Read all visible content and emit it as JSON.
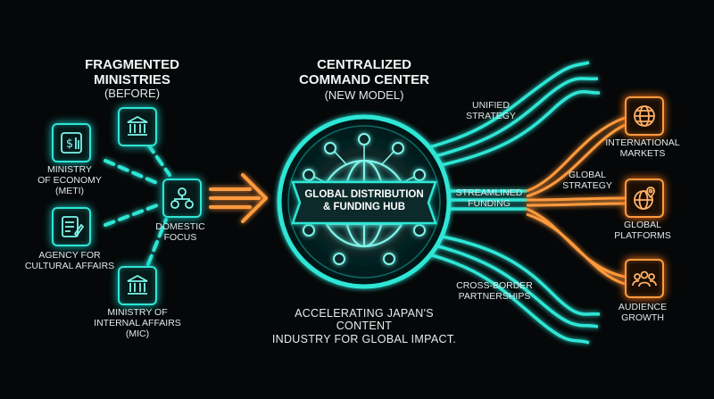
{
  "left": {
    "heading": "FRAGMENTED\nMINISTRIES",
    "subheading": "(BEFORE)",
    "ministries": [
      {
        "label": "MINISTRY\nOF ECONOMY\n(METI)",
        "icon": "money-document-icon"
      },
      {
        "label": "AGENCY FOR\nCULTURAL AFFAIRS",
        "icon": "document-pen-icon"
      },
      {
        "label": "MINISTRY OF\nINTERNAL AFFAIRS\n(MIC)",
        "icon": "government-building-icon"
      }
    ],
    "top_icon": "government-building-icon",
    "domestic_label": "DOMESTIC\nFOCUS",
    "domestic_icon": "org-chart-icon"
  },
  "center": {
    "heading": "CENTRALIZED\nCOMMAND CENTER",
    "subheading": "(NEW MODEL)",
    "hub_label": "GLOBAL DISTRIBUTION\n& FUNDING HUB",
    "hub_icon": "globe-network-icon",
    "tagline": "ACCELERATING JAPAN'S CONTENT\nINDUSTRY FOR GLOBAL IMPACT."
  },
  "channels": [
    {
      "label": "UNIFIED\nSTRATEGY"
    },
    {
      "label": "STREAMLINED\nFUNDING"
    },
    {
      "label": "CROSS-BORDER\nPARTNERSHIPS"
    }
  ],
  "right": {
    "branch_label": "GLOBAL\nSTRATEGY",
    "outputs": [
      {
        "label": "INTERNATIONAL\nMARKETS",
        "icon": "globe-icon"
      },
      {
        "label": "GLOBAL\nPLATFORMS",
        "icon": "globe-pin-icon"
      },
      {
        "label": "AUDIENCE\nGROWTH",
        "icon": "audience-icon"
      }
    ]
  },
  "colors": {
    "teal": "#2ee6d6",
    "orange": "#ff9a3c",
    "background": "#050708"
  }
}
